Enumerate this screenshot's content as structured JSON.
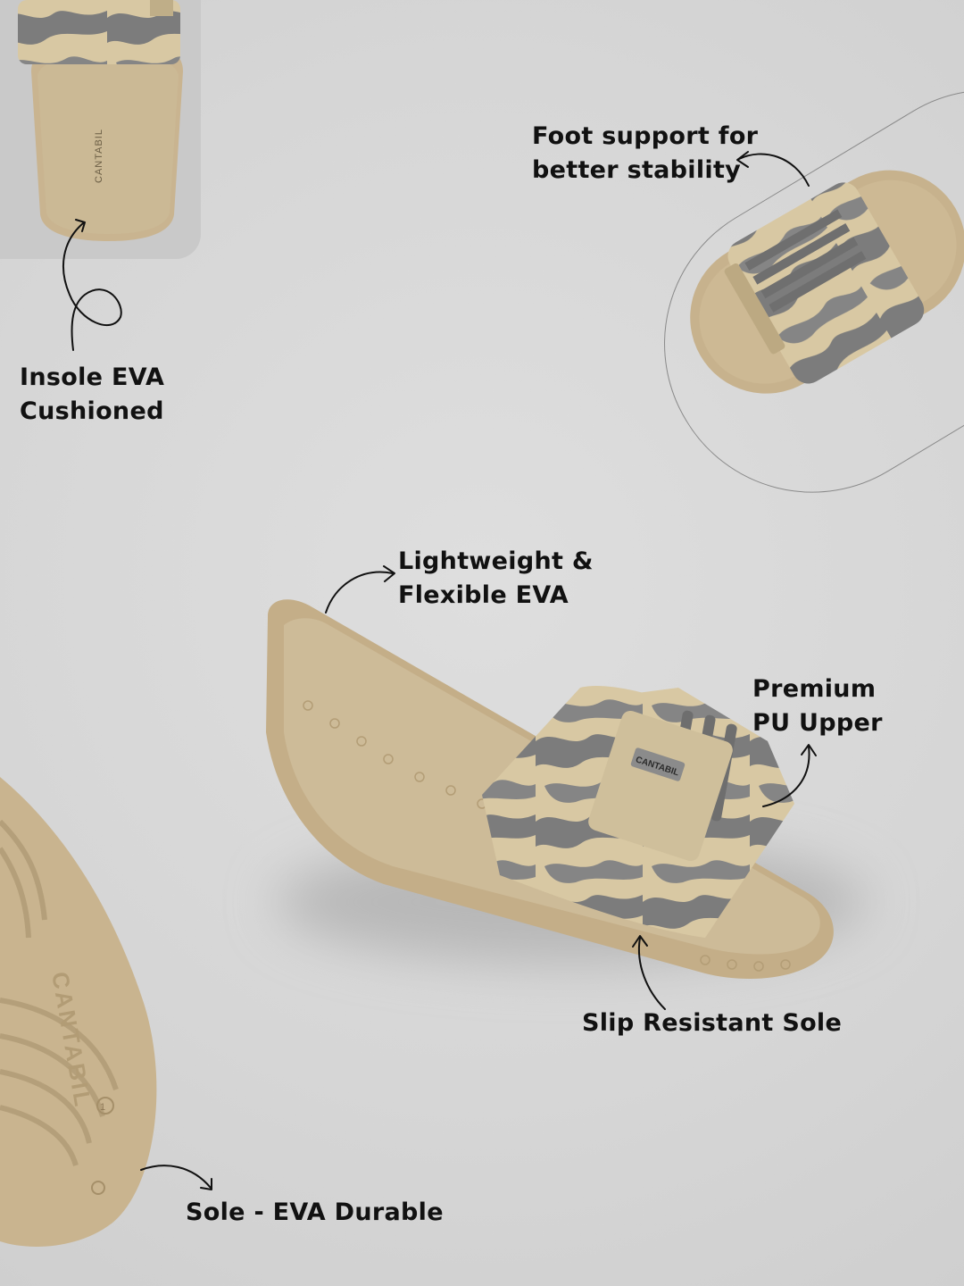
{
  "callouts": {
    "insole": [
      "Insole EVA",
      "Cushioned"
    ],
    "foot_support": [
      "Foot support for",
      "better stability"
    ],
    "lightweight": [
      "Lightweight &",
      "Flexible EVA"
    ],
    "upper": [
      "Premium",
      "PU Upper"
    ],
    "slip": [
      "Slip Resistant Sole"
    ],
    "sole": [
      "Sole - EVA Durable"
    ]
  },
  "brand": {
    "insole_mark": "CANTABIL",
    "strap_tag": "CANTABIL",
    "sole_mark": "CANTABIL",
    "sole_number": "1"
  },
  "colors": {
    "background": "#d9d9d9",
    "sole_beige": "#c8b38f",
    "camo_beige": "#d8c8a3",
    "camo_grey": "#7c7c7c",
    "text": "#111111"
  }
}
